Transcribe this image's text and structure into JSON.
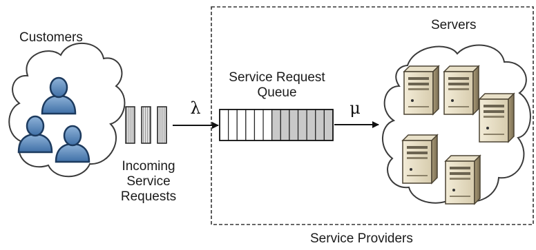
{
  "customers": {
    "title": "Customers"
  },
  "requests": {
    "label_lines": [
      "Incoming",
      "Service",
      "Requests"
    ]
  },
  "arrival_rate": "λ",
  "queue": {
    "label_lines": [
      "Service Request",
      "Queue"
    ],
    "empty_slots": 6,
    "filled_slots": 7
  },
  "service_rate": "μ",
  "servers": {
    "title": "Servers",
    "count": 5
  },
  "providers": {
    "title": "Service Providers"
  }
}
